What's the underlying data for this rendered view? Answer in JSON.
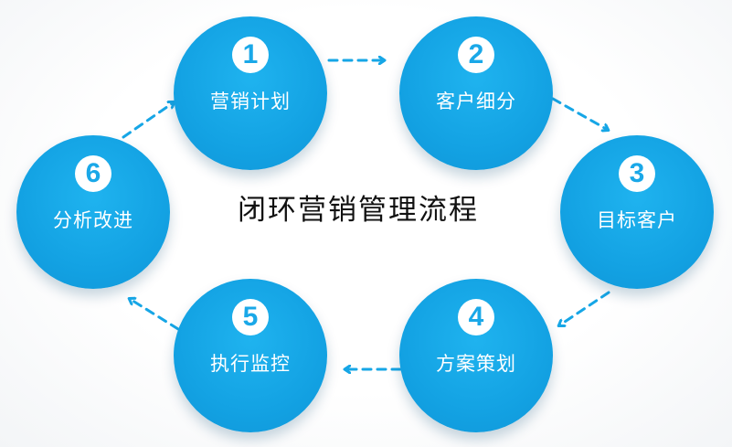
{
  "diagram": {
    "title": "闭环营销管理流程",
    "accent_color": "#13a2e3",
    "steps": [
      {
        "number": "1",
        "label": "营销计划"
      },
      {
        "number": "2",
        "label": "客户细分"
      },
      {
        "number": "3",
        "label": "目标客户"
      },
      {
        "number": "4",
        "label": "方案策划"
      },
      {
        "number": "5",
        "label": "执行监控"
      },
      {
        "number": "6",
        "label": "分析改进"
      }
    ],
    "arrows": [
      {
        "from": "1",
        "to": "2",
        "style": "dashed"
      },
      {
        "from": "2",
        "to": "3",
        "style": "dashed"
      },
      {
        "from": "3",
        "to": "4",
        "style": "dashed"
      },
      {
        "from": "4",
        "to": "5",
        "style": "dashed"
      },
      {
        "from": "5",
        "to": "6",
        "style": "dashed"
      },
      {
        "from": "6",
        "to": "1",
        "style": "dashed"
      }
    ]
  }
}
